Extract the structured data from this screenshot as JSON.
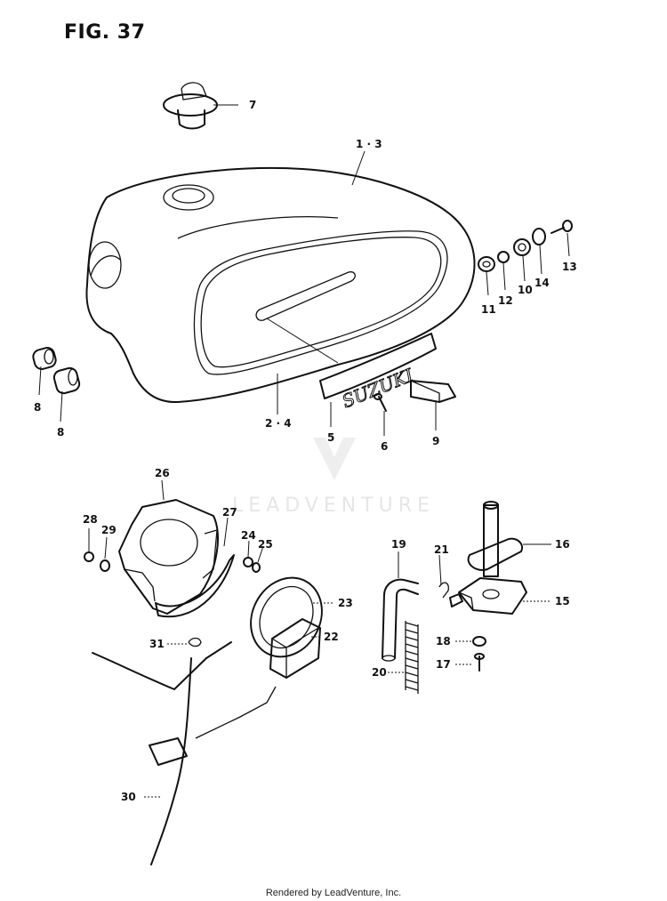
{
  "figure_title": "FIG. 37",
  "watermark_text": "LEADVENTURE",
  "footer_text": "Rendered by LeadVenture, Inc.",
  "callouts": [
    {
      "key": "c7",
      "text": "7"
    },
    {
      "key": "c13a",
      "text": "1 · 3"
    },
    {
      "key": "c11",
      "text": "11"
    },
    {
      "key": "c12",
      "text": "12"
    },
    {
      "key": "c10",
      "text": "10"
    },
    {
      "key": "c14",
      "text": "14"
    },
    {
      "key": "c13",
      "text": "13"
    },
    {
      "key": "c8a",
      "text": "8"
    },
    {
      "key": "c8b",
      "text": "8"
    },
    {
      "key": "c24a",
      "text": "2 · 4"
    },
    {
      "key": "c5",
      "text": "5"
    },
    {
      "key": "c6",
      "text": "6"
    },
    {
      "key": "c9",
      "text": "9"
    },
    {
      "key": "c26",
      "text": "26"
    },
    {
      "key": "c27",
      "text": "27"
    },
    {
      "key": "c28",
      "text": "28"
    },
    {
      "key": "c29",
      "text": "29"
    },
    {
      "key": "c24",
      "text": "24"
    },
    {
      "key": "c25",
      "text": "25"
    },
    {
      "key": "c23",
      "text": "23"
    },
    {
      "key": "c22",
      "text": "22"
    },
    {
      "key": "c31",
      "text": "31"
    },
    {
      "key": "c30",
      "text": "30"
    },
    {
      "key": "c19",
      "text": "19"
    },
    {
      "key": "c21",
      "text": "21"
    },
    {
      "key": "c16",
      "text": "16"
    },
    {
      "key": "c15",
      "text": "15"
    },
    {
      "key": "c18",
      "text": "18"
    },
    {
      "key": "c17",
      "text": "17"
    },
    {
      "key": "c20",
      "text": "20"
    }
  ],
  "emblem_text": "SUZUKI",
  "colors": {
    "ink": "#111111",
    "paper": "#ffffff",
    "watermark": "#e6e6e6"
  }
}
